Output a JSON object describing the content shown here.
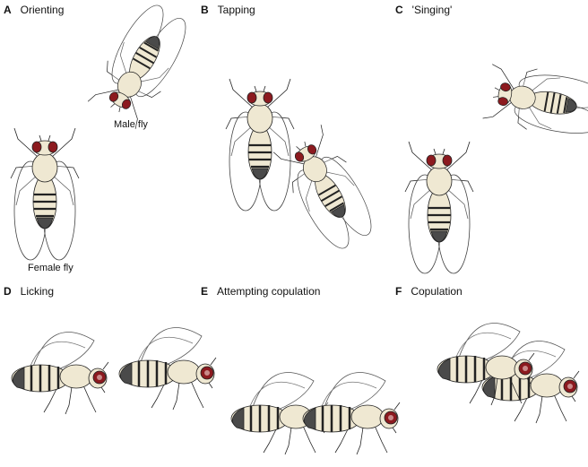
{
  "panels": [
    {
      "letter": "A",
      "title": "Orienting"
    },
    {
      "letter": "B",
      "title": "Tapping"
    },
    {
      "letter": "C",
      "title": "'Singing'"
    },
    {
      "letter": "D",
      "title": "Licking"
    },
    {
      "letter": "E",
      "title": "Attempting copulation"
    },
    {
      "letter": "F",
      "title": "Copulation"
    }
  ],
  "annotations": {
    "male": "Male fly",
    "female": "Female fly"
  },
  "colors": {
    "body": "#efe8d2",
    "eye": "#8c1a1f",
    "abdomen_tip": "#4a4a4a",
    "outline": "#222222",
    "wing": "#555555"
  }
}
